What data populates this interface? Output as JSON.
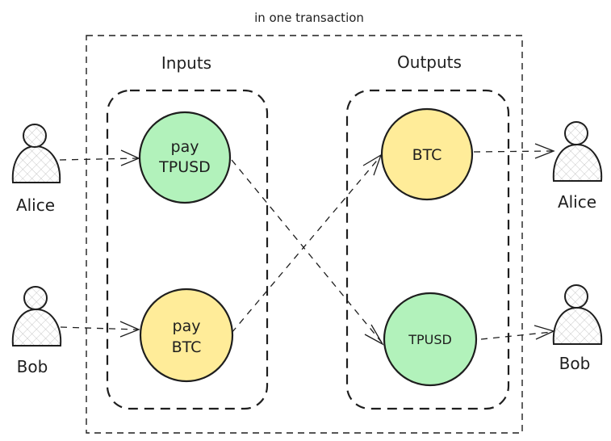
{
  "title": "in one transaction",
  "groups": {
    "inputs": "Inputs",
    "outputs": "Outputs"
  },
  "nodes": {
    "pay_tpusd": {
      "line1": "pay",
      "line2": "TPUSD"
    },
    "pay_btc": {
      "line1": "pay",
      "line2": "BTC"
    },
    "btc_out": {
      "label": "BTC"
    },
    "tpusd_out": {
      "label": "TPUSD"
    }
  },
  "actors": {
    "alice_in": "Alice",
    "bob_in": "Bob",
    "alice_out": "Alice",
    "bob_out": "Bob"
  },
  "colors": {
    "green": "#b2f2bb",
    "yellow": "#ffec99"
  }
}
